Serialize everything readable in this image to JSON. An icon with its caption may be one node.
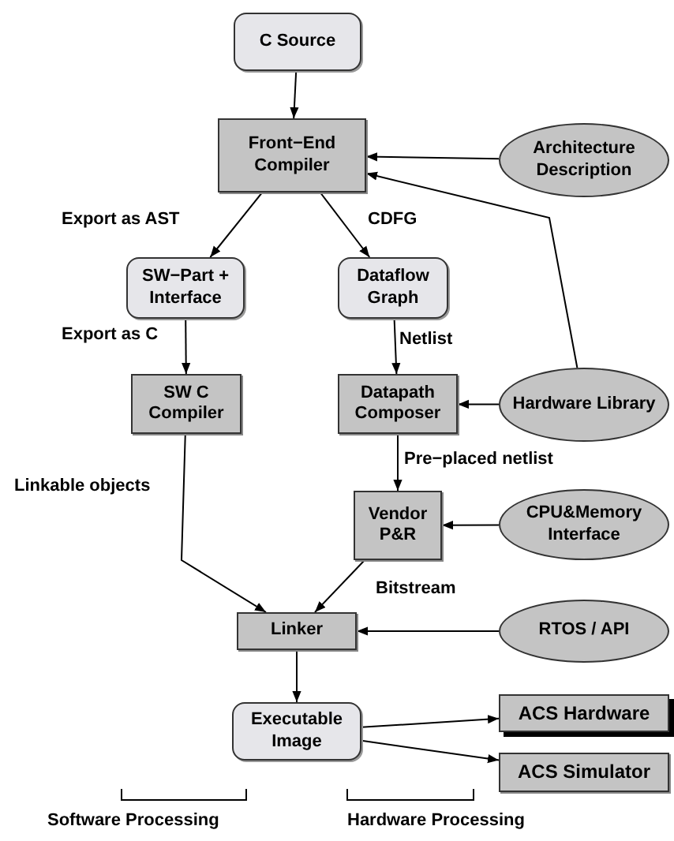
{
  "diagram": {
    "nodes": [
      {
        "text": [
          "C Source"
        ]
      },
      {
        "text": [
          "Front−End Compiler"
        ]
      },
      {
        "text": [
          "Architecture Description"
        ]
      },
      {
        "text": [
          "SW−Part + Interface"
        ]
      },
      {
        "text": [
          "Dataflow Graph"
        ]
      },
      {
        "text": [
          "SW C Compiler"
        ]
      },
      {
        "text": [
          "Datapath Composer"
        ]
      },
      {
        "text": [
          "Hardware Library"
        ]
      },
      {
        "text": [
          "Vendor P&R"
        ]
      },
      {
        "text": [
          "CPU&Memory Interface"
        ]
      },
      {
        "text": [
          "Linker"
        ]
      },
      {
        "text": [
          "RTOS / API"
        ]
      },
      {
        "text": [
          "Executable Image"
        ]
      },
      {
        "text": [
          "ACS Hardware"
        ]
      },
      {
        "text": [
          "ACS Simulator"
        ]
      }
    ],
    "edges": [
      {
        "from": 0,
        "to": 1,
        "arrow": "to"
      },
      {
        "from": 2,
        "to": 1,
        "arrow": "to"
      },
      {
        "from": 7,
        "to": 1,
        "arrow": "to"
      },
      {
        "from": 1,
        "to": 3,
        "arrow": "to",
        "label": "Export as AST"
      },
      {
        "from": 1,
        "to": 4,
        "arrow": "to",
        "label": "CDFG"
      },
      {
        "from": 3,
        "to": 5,
        "arrow": "to",
        "label": "Export as C"
      },
      {
        "from": 4,
        "to": 6,
        "arrow": "to",
        "label": "Netlist"
      },
      {
        "from": 7,
        "to": 6,
        "arrow": "to"
      },
      {
        "from": 6,
        "to": 8,
        "arrow": "to",
        "label": "Pre−placed netlist"
      },
      {
        "from": 9,
        "to": 8,
        "arrow": "to"
      },
      {
        "from": 5,
        "to": 10,
        "arrow": "to",
        "label": "Linkable objects"
      },
      {
        "from": 8,
        "to": 10,
        "arrow": "to",
        "label": "Bitstream"
      },
      {
        "from": 11,
        "to": 10,
        "arrow": "to"
      },
      {
        "from": 10,
        "to": 12,
        "arrow": "to"
      },
      {
        "from": 12,
        "to": 13,
        "arrow": "to"
      },
      {
        "from": 12,
        "to": 14,
        "arrow": "to"
      }
    ],
    "labels": [
      "Software Processing",
      "Hardware Processing"
    ]
  }
}
